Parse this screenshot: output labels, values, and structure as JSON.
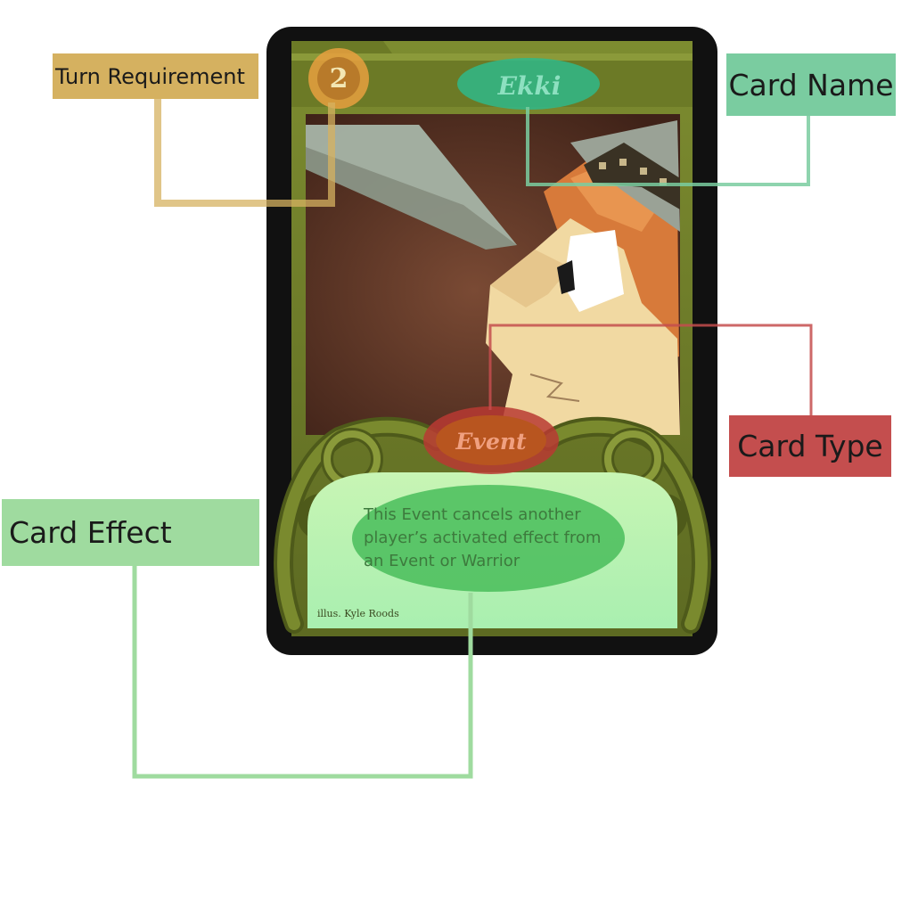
{
  "callouts": {
    "turn_requirement": "Turn Requirement",
    "card_name": "Card Name",
    "card_type": "Card Type",
    "card_effect": "Card Effect"
  },
  "card": {
    "turn_requirement_value": "2",
    "name": "Ekki",
    "type": "Event",
    "effect": "This Event cancels another\nplayer’s activated effect from\nan Event or Warrior",
    "illustrator_credit": "illus. Kyle Roods"
  },
  "colors": {
    "turn_requirement": "#d5b160",
    "card_name": "#7acca0",
    "card_type": "#c44e4e",
    "card_effect": "#9fdb9f",
    "card_frame": "#6b7a2a",
    "card_border": "#111111",
    "card_art_background": "#5a3222"
  },
  "icons": {
    "turn_badge": "coin-circle-icon",
    "illustration": "warrior-with-sword-illustration"
  }
}
